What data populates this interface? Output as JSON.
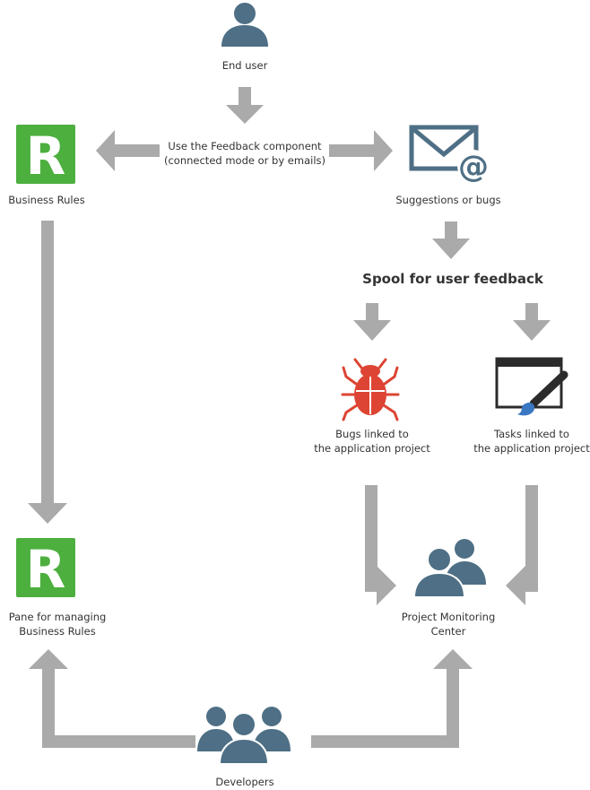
{
  "labels": {
    "end_user": "End user",
    "feedback_component": "Use the Feedback component\n(connected mode or by emails)",
    "business_rules": "Business Rules",
    "suggestions": "Suggestions or bugs",
    "spool": "Spool for user feedback",
    "bugs": "Bugs linked to\nthe application project",
    "tasks": "Tasks linked to\nthe application project",
    "pane": "Pane for managing\nBusiness Rules",
    "monitoring": "Project Monitoring\nCenter",
    "developers": "Developers"
  },
  "icons": {
    "end_user": "user-icon",
    "business_rules": "r-letter-icon",
    "suggestions": "envelope-at-icon",
    "bugs": "bug-icon",
    "tasks": "window-brush-icon",
    "pane": "r-letter-icon",
    "monitoring": "two-users-icon",
    "developers": "three-users-icon"
  },
  "colors": {
    "arrow": "#aaaaaa",
    "person": "#4e6f85",
    "rules_green": "#4caf3e",
    "bug_red": "#dd4433",
    "brush_blue": "#3b78c4",
    "window_dark": "#2b2b2b"
  }
}
